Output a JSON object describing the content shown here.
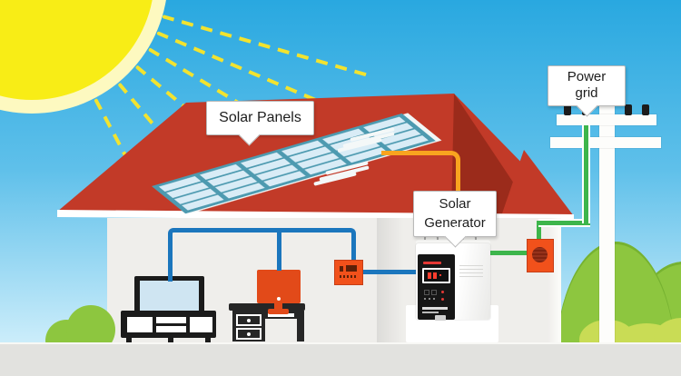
{
  "callouts": {
    "solar_panels": {
      "label": "Solar Panels"
    },
    "solar_generator": {
      "line1": "Solar",
      "line2": "Generator"
    },
    "power_grid": {
      "line1": "Power",
      "line2": "grid"
    }
  },
  "colors": {
    "sky": "#29a8e0",
    "sun": "#f8ed16",
    "sun_halo": "#fdf9c0",
    "sun_ray": "#f2e32f",
    "roof": "#c23a28",
    "roof_shadow": "#9b2b1b",
    "wall": "#efeeeb",
    "solar_panel_frame": "#4d9ab0",
    "solar_panel_cell": "#d9ecf6",
    "wire_panel_to_generator": "#f9a41f",
    "wire_generator_to_loads": "#1b76bd",
    "wire_generator_to_grid": "#3db54b",
    "equipment_box": "#f1511b",
    "tv_screen": "#cfe5f2",
    "monitor": "#e24a19",
    "grass": "#8dc63f",
    "grass_light": "#c9dc55",
    "ground": "#e2e2df",
    "pole": "#fdfdfb"
  }
}
